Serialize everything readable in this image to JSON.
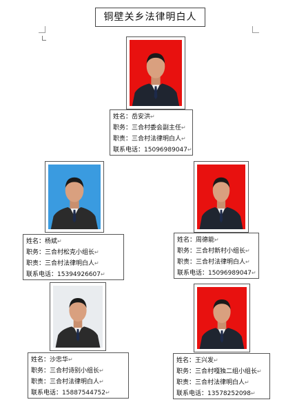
{
  "document_title": "铜壁关乡法律明白人",
  "people": [
    {
      "name_label": "姓名：",
      "name": "岳安洪",
      "position_label": "职务：",
      "position": "三合村委会副主任",
      "duty_label": "职责：",
      "duty": "三合村法律明白人",
      "phone_label": "联系电话：",
      "phone": "15096989047",
      "photo_background": "#e8110f"
    },
    {
      "name_label": "姓名：",
      "name": "杨斌",
      "position_label": "职务：",
      "position": "三合村松克小组长",
      "duty_label": "职责：",
      "duty": "三合村法律明白人",
      "phone_label": "联系电话：",
      "phone": "15394926607",
      "photo_background": "#3a9be0"
    },
    {
      "name_label": "姓名：",
      "name": "周德能",
      "position_label": "职务：",
      "position": "三合村新村小组长",
      "duty_label": "职责：",
      "duty": "三合村法律明白人",
      "phone_label": "联系电话：",
      "phone": "15096989047",
      "photo_background": "#e8110f"
    },
    {
      "name_label": "姓名：",
      "name": "沙忠华",
      "position_label": "职务：",
      "position": "三合村诗别小组长",
      "duty_label": "职责：",
      "duty": "三合村法律明白人",
      "phone_label": "联系电话：",
      "phone": "15887544752",
      "photo_background": "#e9ecef"
    },
    {
      "name_label": "姓名：",
      "name": "王兴发",
      "position_label": "职务：",
      "position": "三合村嘎独二组小组长",
      "duty_label": "职责：",
      "duty": "三合村法律明白人",
      "phone_label": "联系电话：",
      "phone": "13578252098",
      "photo_background": "#e8110f"
    }
  ]
}
